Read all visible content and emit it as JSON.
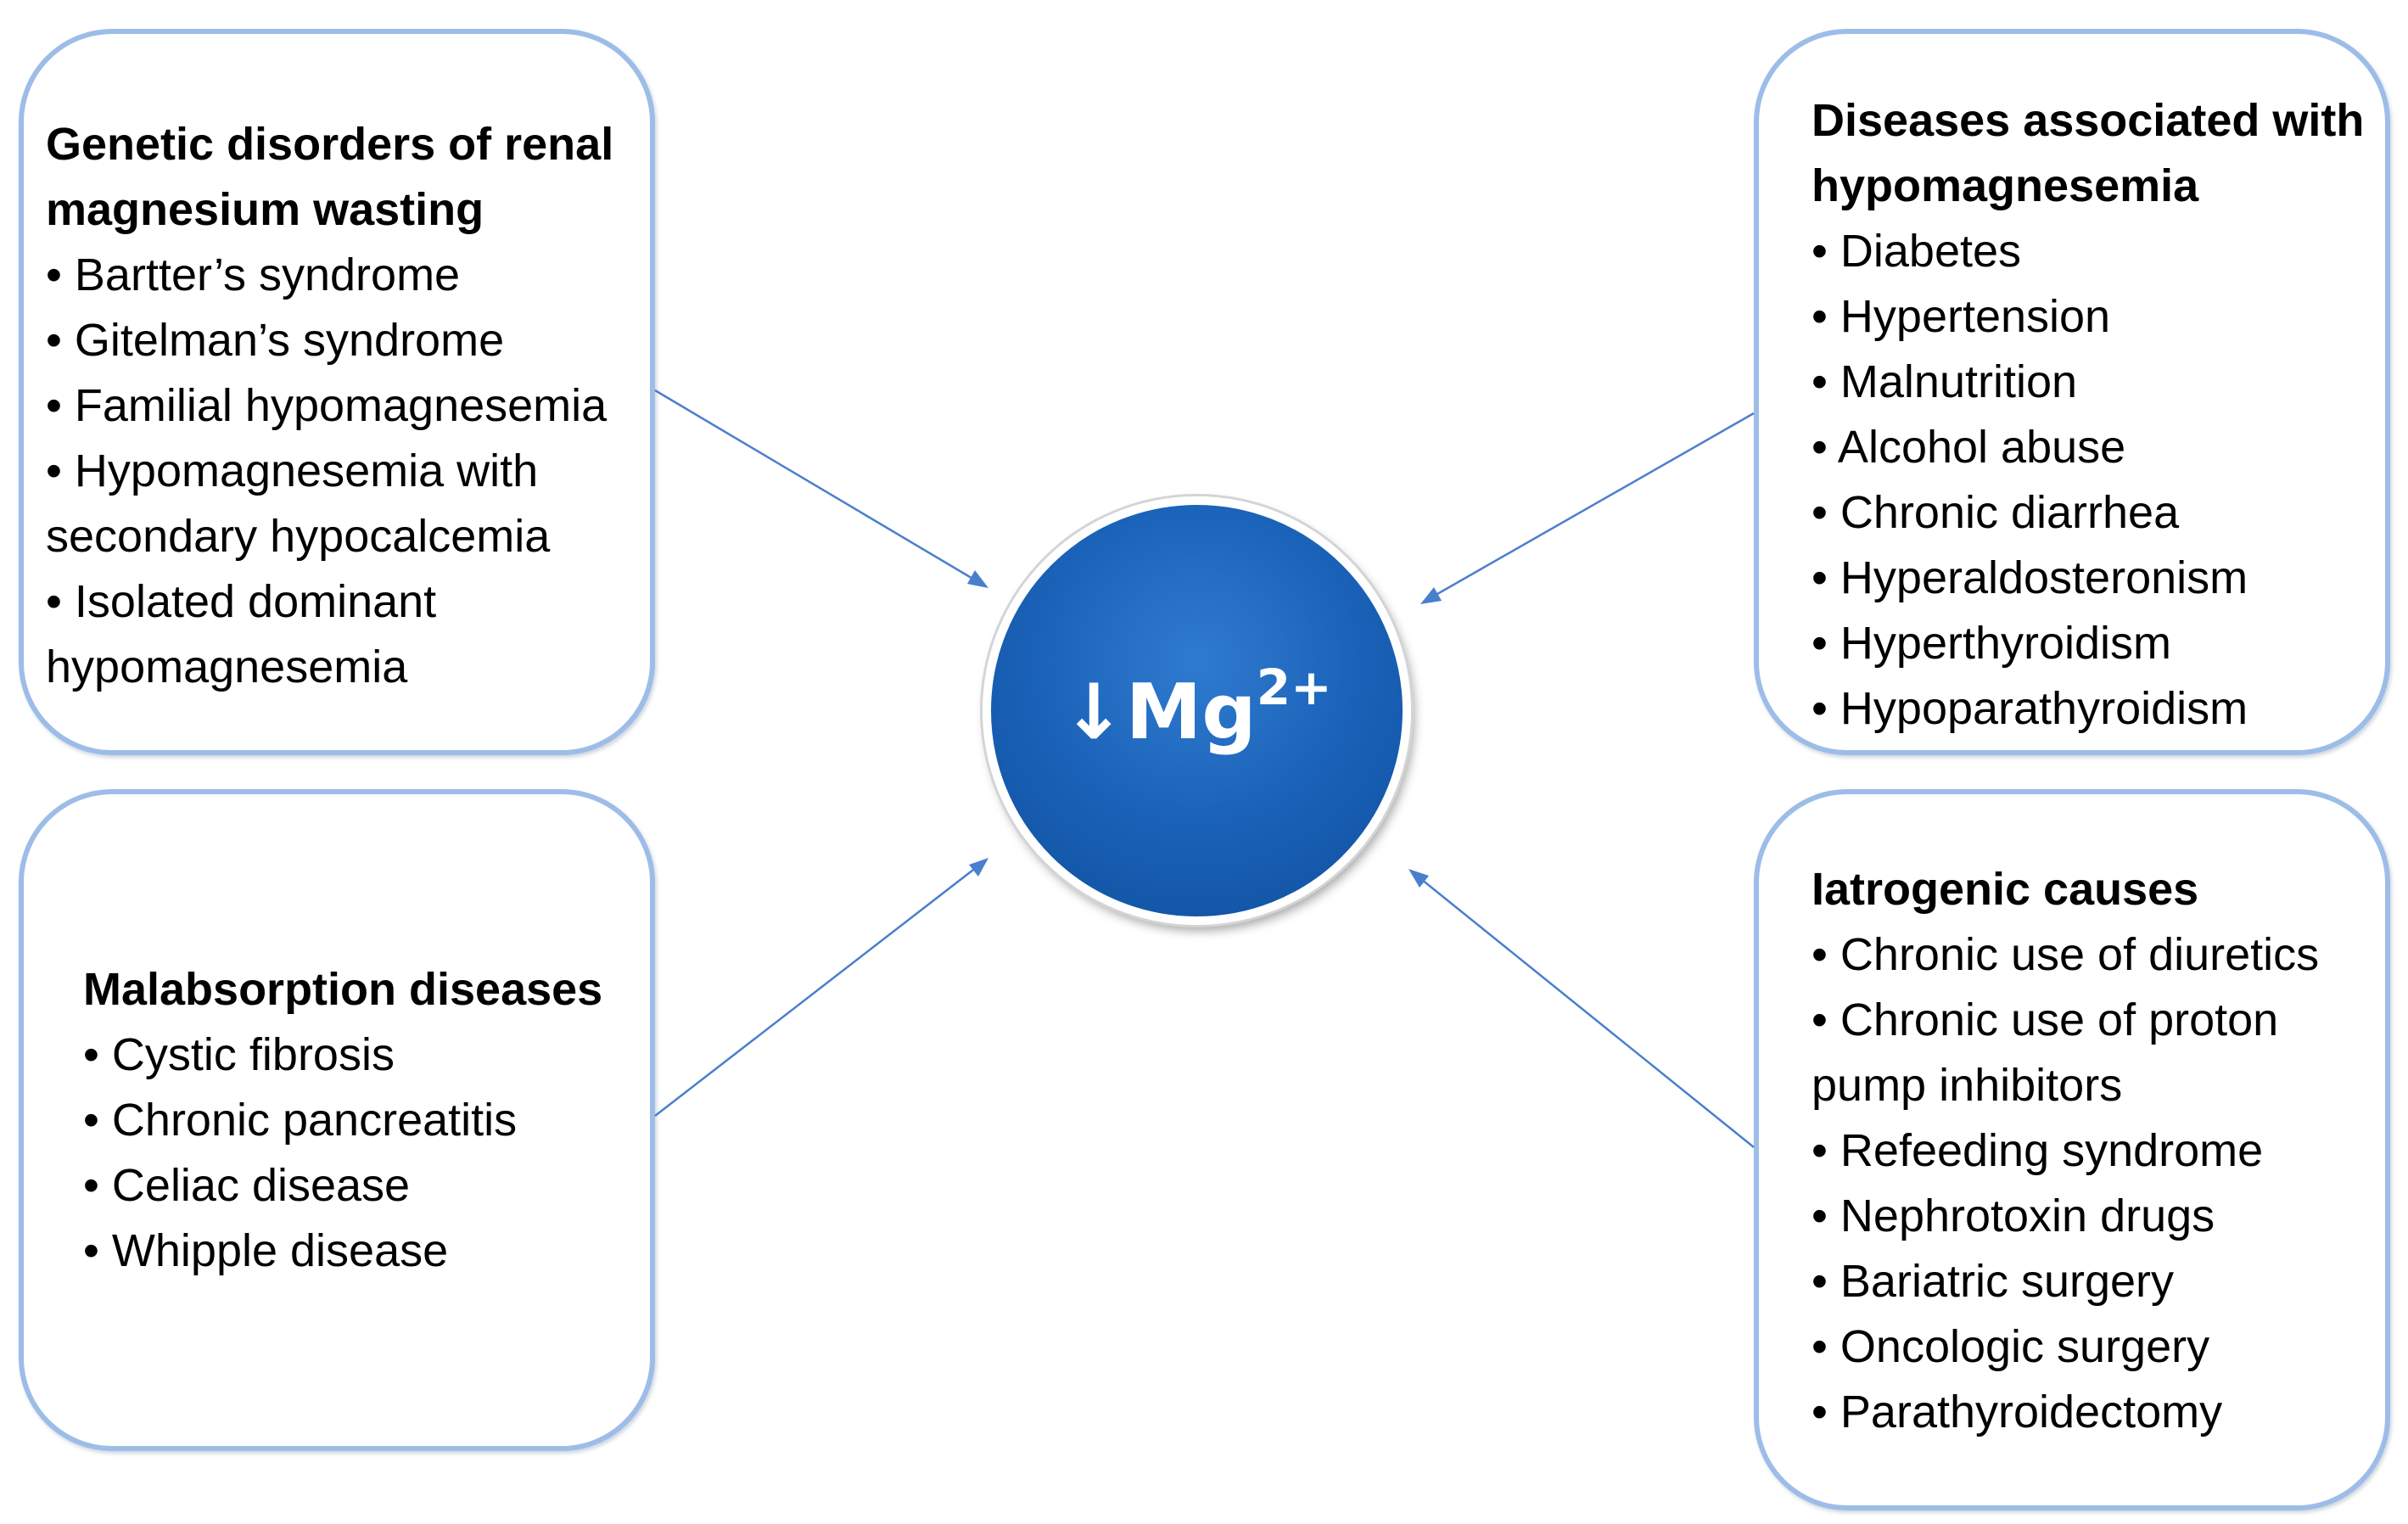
{
  "colors": {
    "box_border": "#9dbde8",
    "arrow": "#4a7fcc",
    "circle_fill": "#1a62b8",
    "circle_text": "#ffffff"
  },
  "center": {
    "arrow_glyph": "↓",
    "symbol": "Mg",
    "charge": "2+"
  },
  "boxes": {
    "genetic": {
      "title_line1": "Genetic disorders of renal",
      "title_line2": "magnesium wasting",
      "items": [
        "• Bartter’s syndrome",
        "• Gitelman’s syndrome",
        "• Familial hypomagnesemia",
        "• Hypomagnesemia with",
        "secondary hypocalcemia",
        "• Isolated dominant",
        "hypomagnesemia"
      ]
    },
    "diseases": {
      "title_line1": "Diseases associated with",
      "title_line2": "hypomagnesemia",
      "items": [
        "• Diabetes",
        "• Hypertension",
        "• Malnutrition",
        "• Alcohol abuse",
        "• Chronic diarrhea",
        "• Hyperaldosteronism",
        "• Hyperthyroidism",
        "• Hypoparathyroidism"
      ]
    },
    "malabsorption": {
      "title": "Malabsorption diseases",
      "items": [
        "• Cystic fibrosis",
        "• Chronic pancreatitis",
        "• Celiac disease",
        "• Whipple disease"
      ]
    },
    "iatrogenic": {
      "title": "Iatrogenic causes",
      "items": [
        "• Chronic use of diuretics",
        "• Chronic use of proton",
        "pump inhibitors",
        "• Refeeding syndrome",
        "• Nephrotoxin drugs",
        "• Bariatric surgery",
        "• Oncologic surgery",
        "• Parathyroidectomy"
      ]
    }
  }
}
